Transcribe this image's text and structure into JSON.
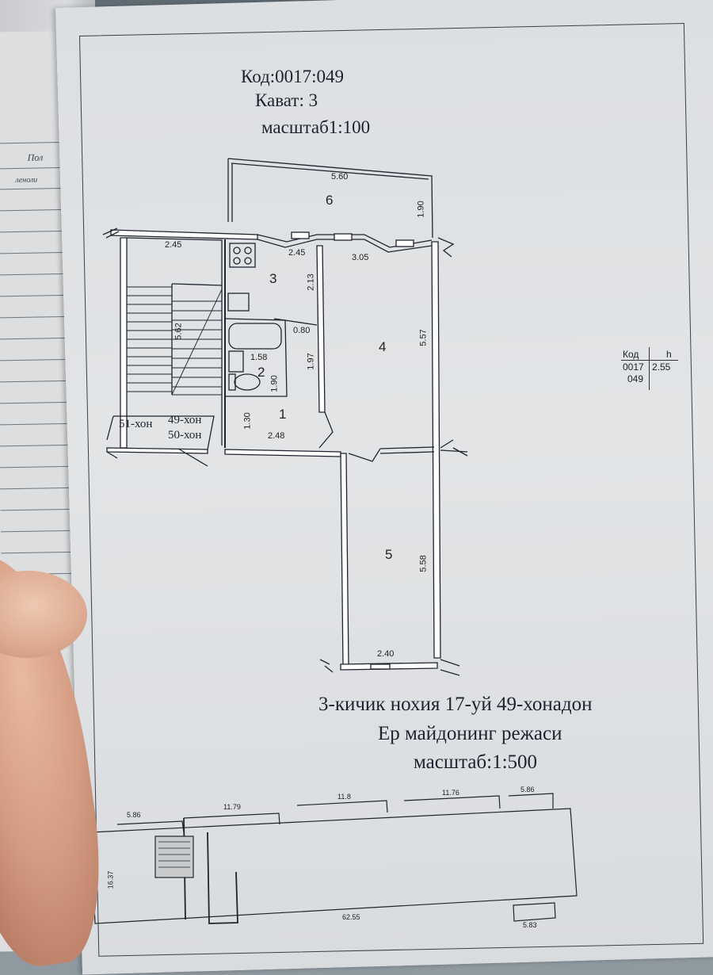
{
  "header": {
    "code": "Код:0017:049",
    "floor": "Кават: 3",
    "scale": "масштаб1:100"
  },
  "left_sheet": {
    "col_head": "Пол",
    "row_text": "леноли"
  },
  "rooms": {
    "r1": "1",
    "r2": "2",
    "r3": "3",
    "r4": "4",
    "r5": "5",
    "r6": "6"
  },
  "dimensions": {
    "d_560": "5.60",
    "d_190_top": "1.90",
    "d_245_a": "2.45",
    "d_245_b": "2.45",
    "d_305": "3.05",
    "d_213": "2.13",
    "d_562": "5.62",
    "d_080": "0.80",
    "d_158": "1.58",
    "d_557": "5.57",
    "d_197": "1.97",
    "d_190_wc": "1.90",
    "d_130": "1.30",
    "d_248": "2.48",
    "d_558": "5.58",
    "d_240": "2.40"
  },
  "apartments": {
    "a51": "51-хон",
    "a49": "49-хон",
    "a50": "50-хон"
  },
  "code_table": {
    "head_code": "Код",
    "head_h": "h",
    "code_line1": "0017",
    "code_line2": "049",
    "h_value": "2.55"
  },
  "site_plan": {
    "address": "3-кичик нохия  17-уй 49-хонадон",
    "title": "Ер майдонинг  режаси",
    "scale": "масштаб:1:500",
    "dims": {
      "s_586_a": "5.86",
      "s_1179": "11.79",
      "s_118": "11.8",
      "s_1176": "11.76",
      "s_586_b": "5.86",
      "s_6255": "62.55",
      "s_583": "5.83",
      "s_left": "16.37"
    }
  },
  "colors": {
    "ink": "#1e2230",
    "paper": "#dfe1e4",
    "skin": "#d9a78c"
  }
}
